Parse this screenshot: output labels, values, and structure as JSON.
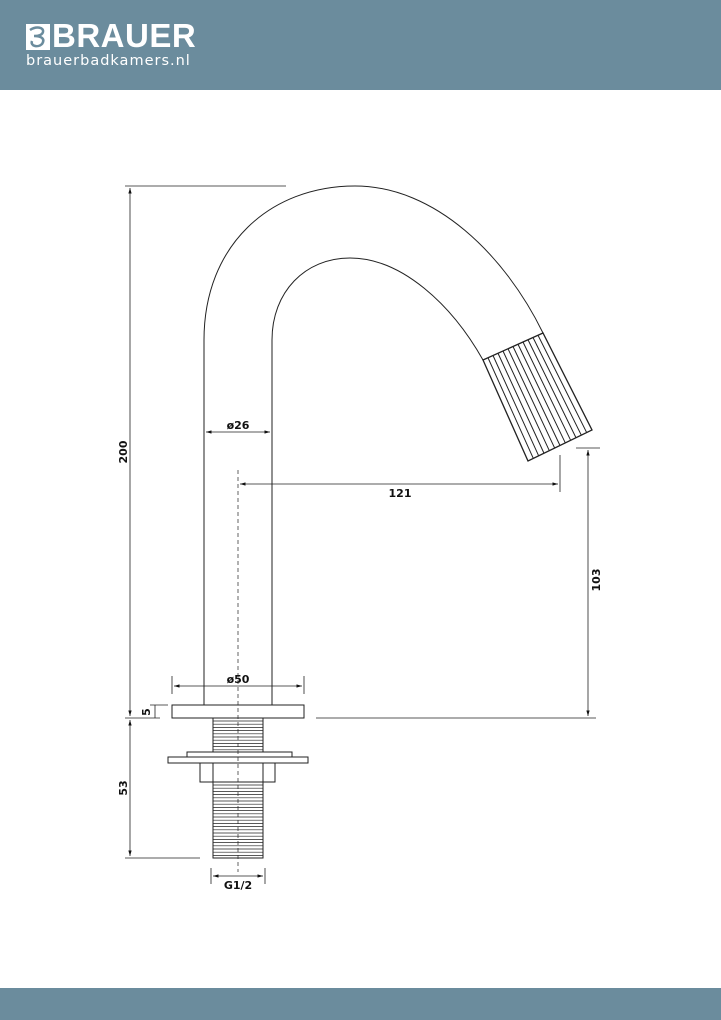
{
  "header": {
    "brand": "BRAUER",
    "url": "brauerbadkamers.nl",
    "background": "#6b8c9d"
  },
  "drawing": {
    "dimensions": {
      "total_height": "200",
      "pipe_diameter": "ø26",
      "spout_reach": "121",
      "spout_height": "103",
      "base_diameter": "ø50",
      "base_thickness": "5",
      "shank_length": "53",
      "thread": "G1/2"
    }
  },
  "footer": {
    "background": "#6b8c9d"
  }
}
